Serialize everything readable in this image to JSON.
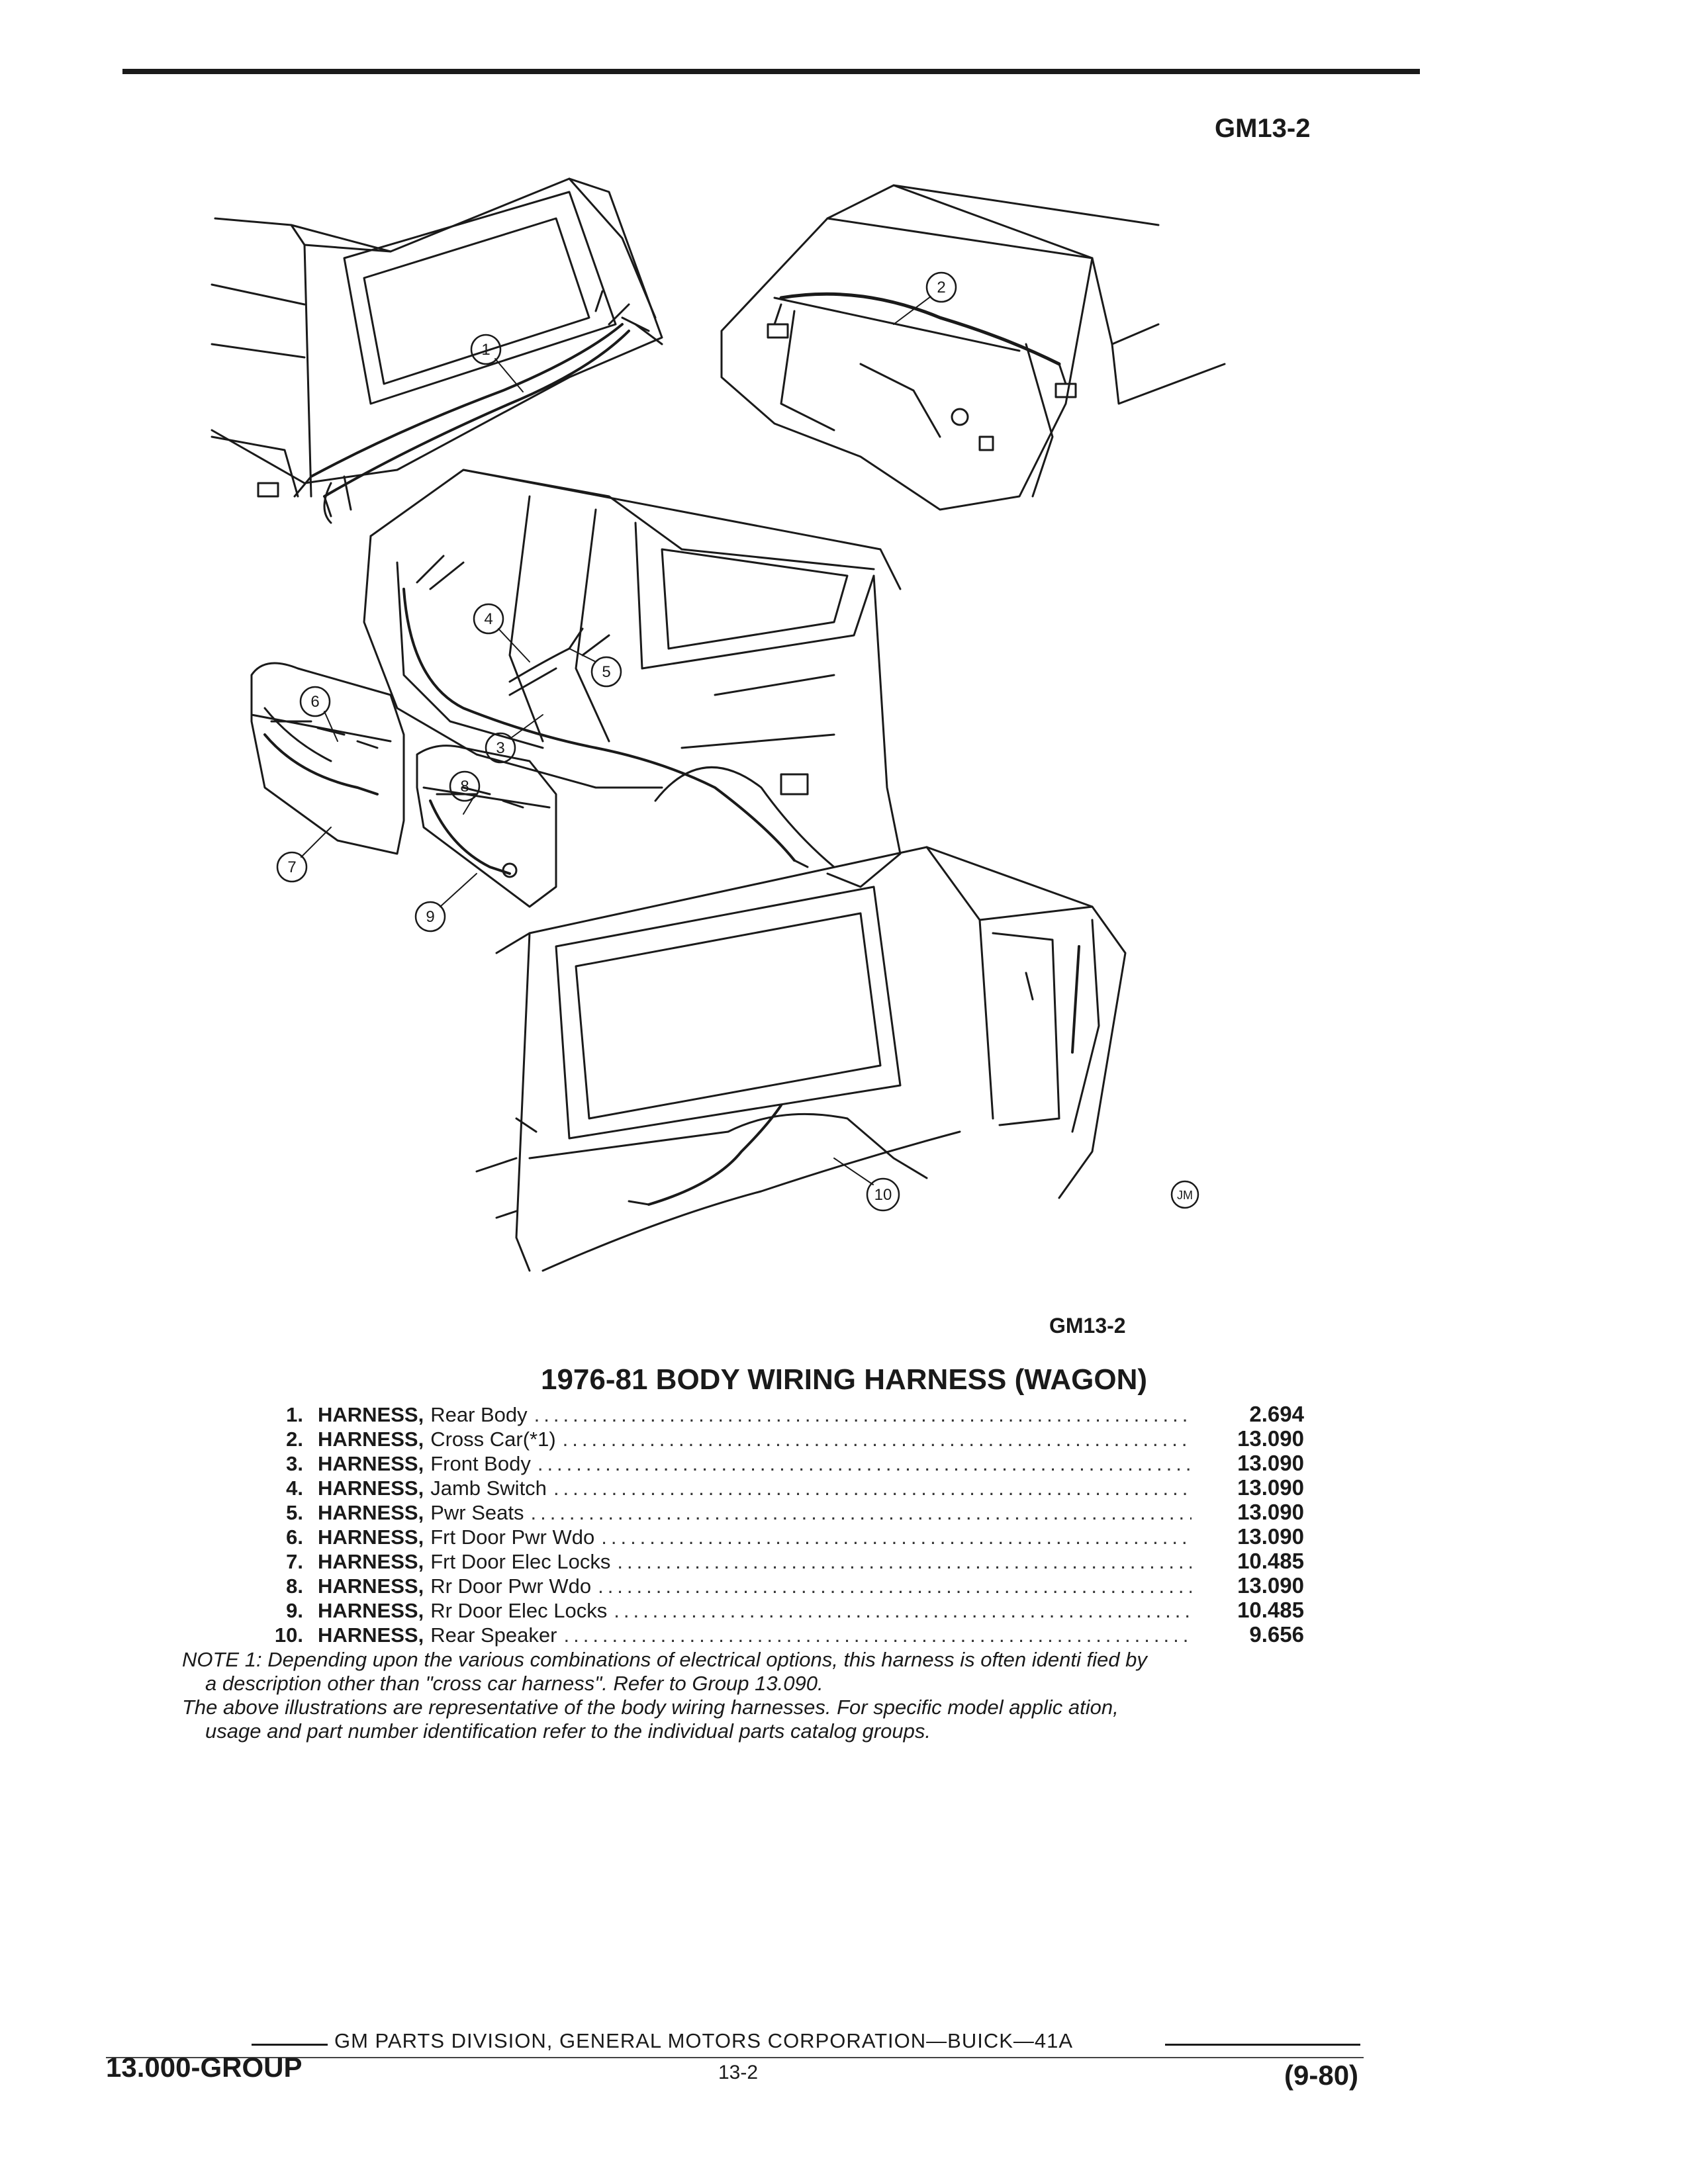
{
  "header": {
    "code": "GM13-2"
  },
  "illustration": {
    "caption_code": "GM13-2",
    "callouts": [
      "1",
      "2",
      "3",
      "4",
      "5",
      "6",
      "7",
      "8",
      "9",
      "10"
    ],
    "artist_mark": "JM"
  },
  "section": {
    "title": "1976-81 BODY WIRING HARNESS (WAGON)",
    "parts": [
      {
        "num": "1.",
        "name": "HARNESS,",
        "desc": "Rear Body",
        "ref": "2.694"
      },
      {
        "num": "2.",
        "name": "HARNESS,",
        "desc": "Cross Car(*1)",
        "ref": "13.090"
      },
      {
        "num": "3.",
        "name": "HARNESS,",
        "desc": "Front Body",
        "ref": "13.090"
      },
      {
        "num": "4.",
        "name": "HARNESS,",
        "desc": "Jamb Switch",
        "ref": "13.090"
      },
      {
        "num": "5.",
        "name": "HARNESS,",
        "desc": "Pwr Seats",
        "ref": "13.090"
      },
      {
        "num": "6.",
        "name": "HARNESS,",
        "desc": "Frt Door Pwr Wdo",
        "ref": "13.090"
      },
      {
        "num": "7.",
        "name": "HARNESS,",
        "desc": "Frt Door Elec Locks",
        "ref": "10.485"
      },
      {
        "num": "8.",
        "name": "HARNESS,",
        "desc": "Rr Door Pwr Wdo",
        "ref": "13.090"
      },
      {
        "num": "9.",
        "name": "HARNESS,",
        "desc": "Rr Door Elec Locks",
        "ref": "10.485"
      },
      {
        "num": "10.",
        "name": "HARNESS,",
        "desc": "Rear Speaker",
        "ref": "9.656"
      }
    ],
    "note_line1": "NOTE 1: Depending upon the various combinations of electrical options, this harness is often identi fied by",
    "note_line2": "a description other than \"cross car harness\". Refer to Group 13.090.",
    "note_line3": "The above illustrations are representative of the body wiring harnesses. For specific model applic ation,",
    "note_line4": "usage and part number identification refer to the individual parts catalog groups."
  },
  "footer": {
    "org": "GM PARTS DIVISION, GENERAL MOTORS CORPORATION—BUICK—41A",
    "group": "13.000-GROUP",
    "page": "13-2",
    "date": "(9-80)"
  }
}
